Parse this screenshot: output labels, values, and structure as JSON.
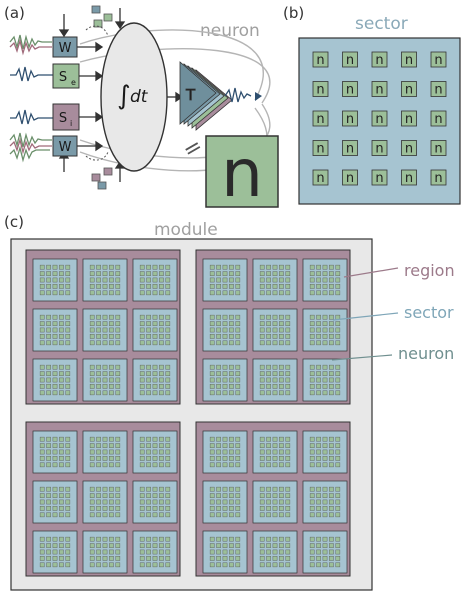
{
  "panel_a": {
    "tag": "(a)",
    "title": "neuron",
    "weight_symbol": "W",
    "excitatory_symbol": "S",
    "excitatory_sub": "e",
    "inhibitory_symbol": "S",
    "inhibitory_sub": "i",
    "integral_symbol": "∫",
    "integral_text": "dt",
    "threshold_symbol": "T",
    "equals_symbol": "=",
    "neuron_symbol": "n"
  },
  "panel_b": {
    "tag": "(b)",
    "title": "sector",
    "cell_symbol": "n",
    "rows": 5,
    "cols": 5
  },
  "panel_c": {
    "tag": "(c)",
    "title": "module",
    "region_label": "region",
    "sector_label": "sector",
    "neuron_label": "neuron",
    "regions": 4,
    "sectors_per_region": 9,
    "neuron_grid": 5
  },
  "colors": {
    "sector_fill": "#a6c4d1",
    "region_fill": "#a88c9c",
    "module_fill": "#e8e8e8",
    "neuron_fill": "#9cbf99",
    "weight_fill": "#7a9aa8",
    "inhib_fill": "#a88c9c",
    "title_gray": "#a0a0a0",
    "region_text": "#9c7a8a",
    "sector_text": "#7fa6b8",
    "neuron_text": "#6f8f8f"
  }
}
